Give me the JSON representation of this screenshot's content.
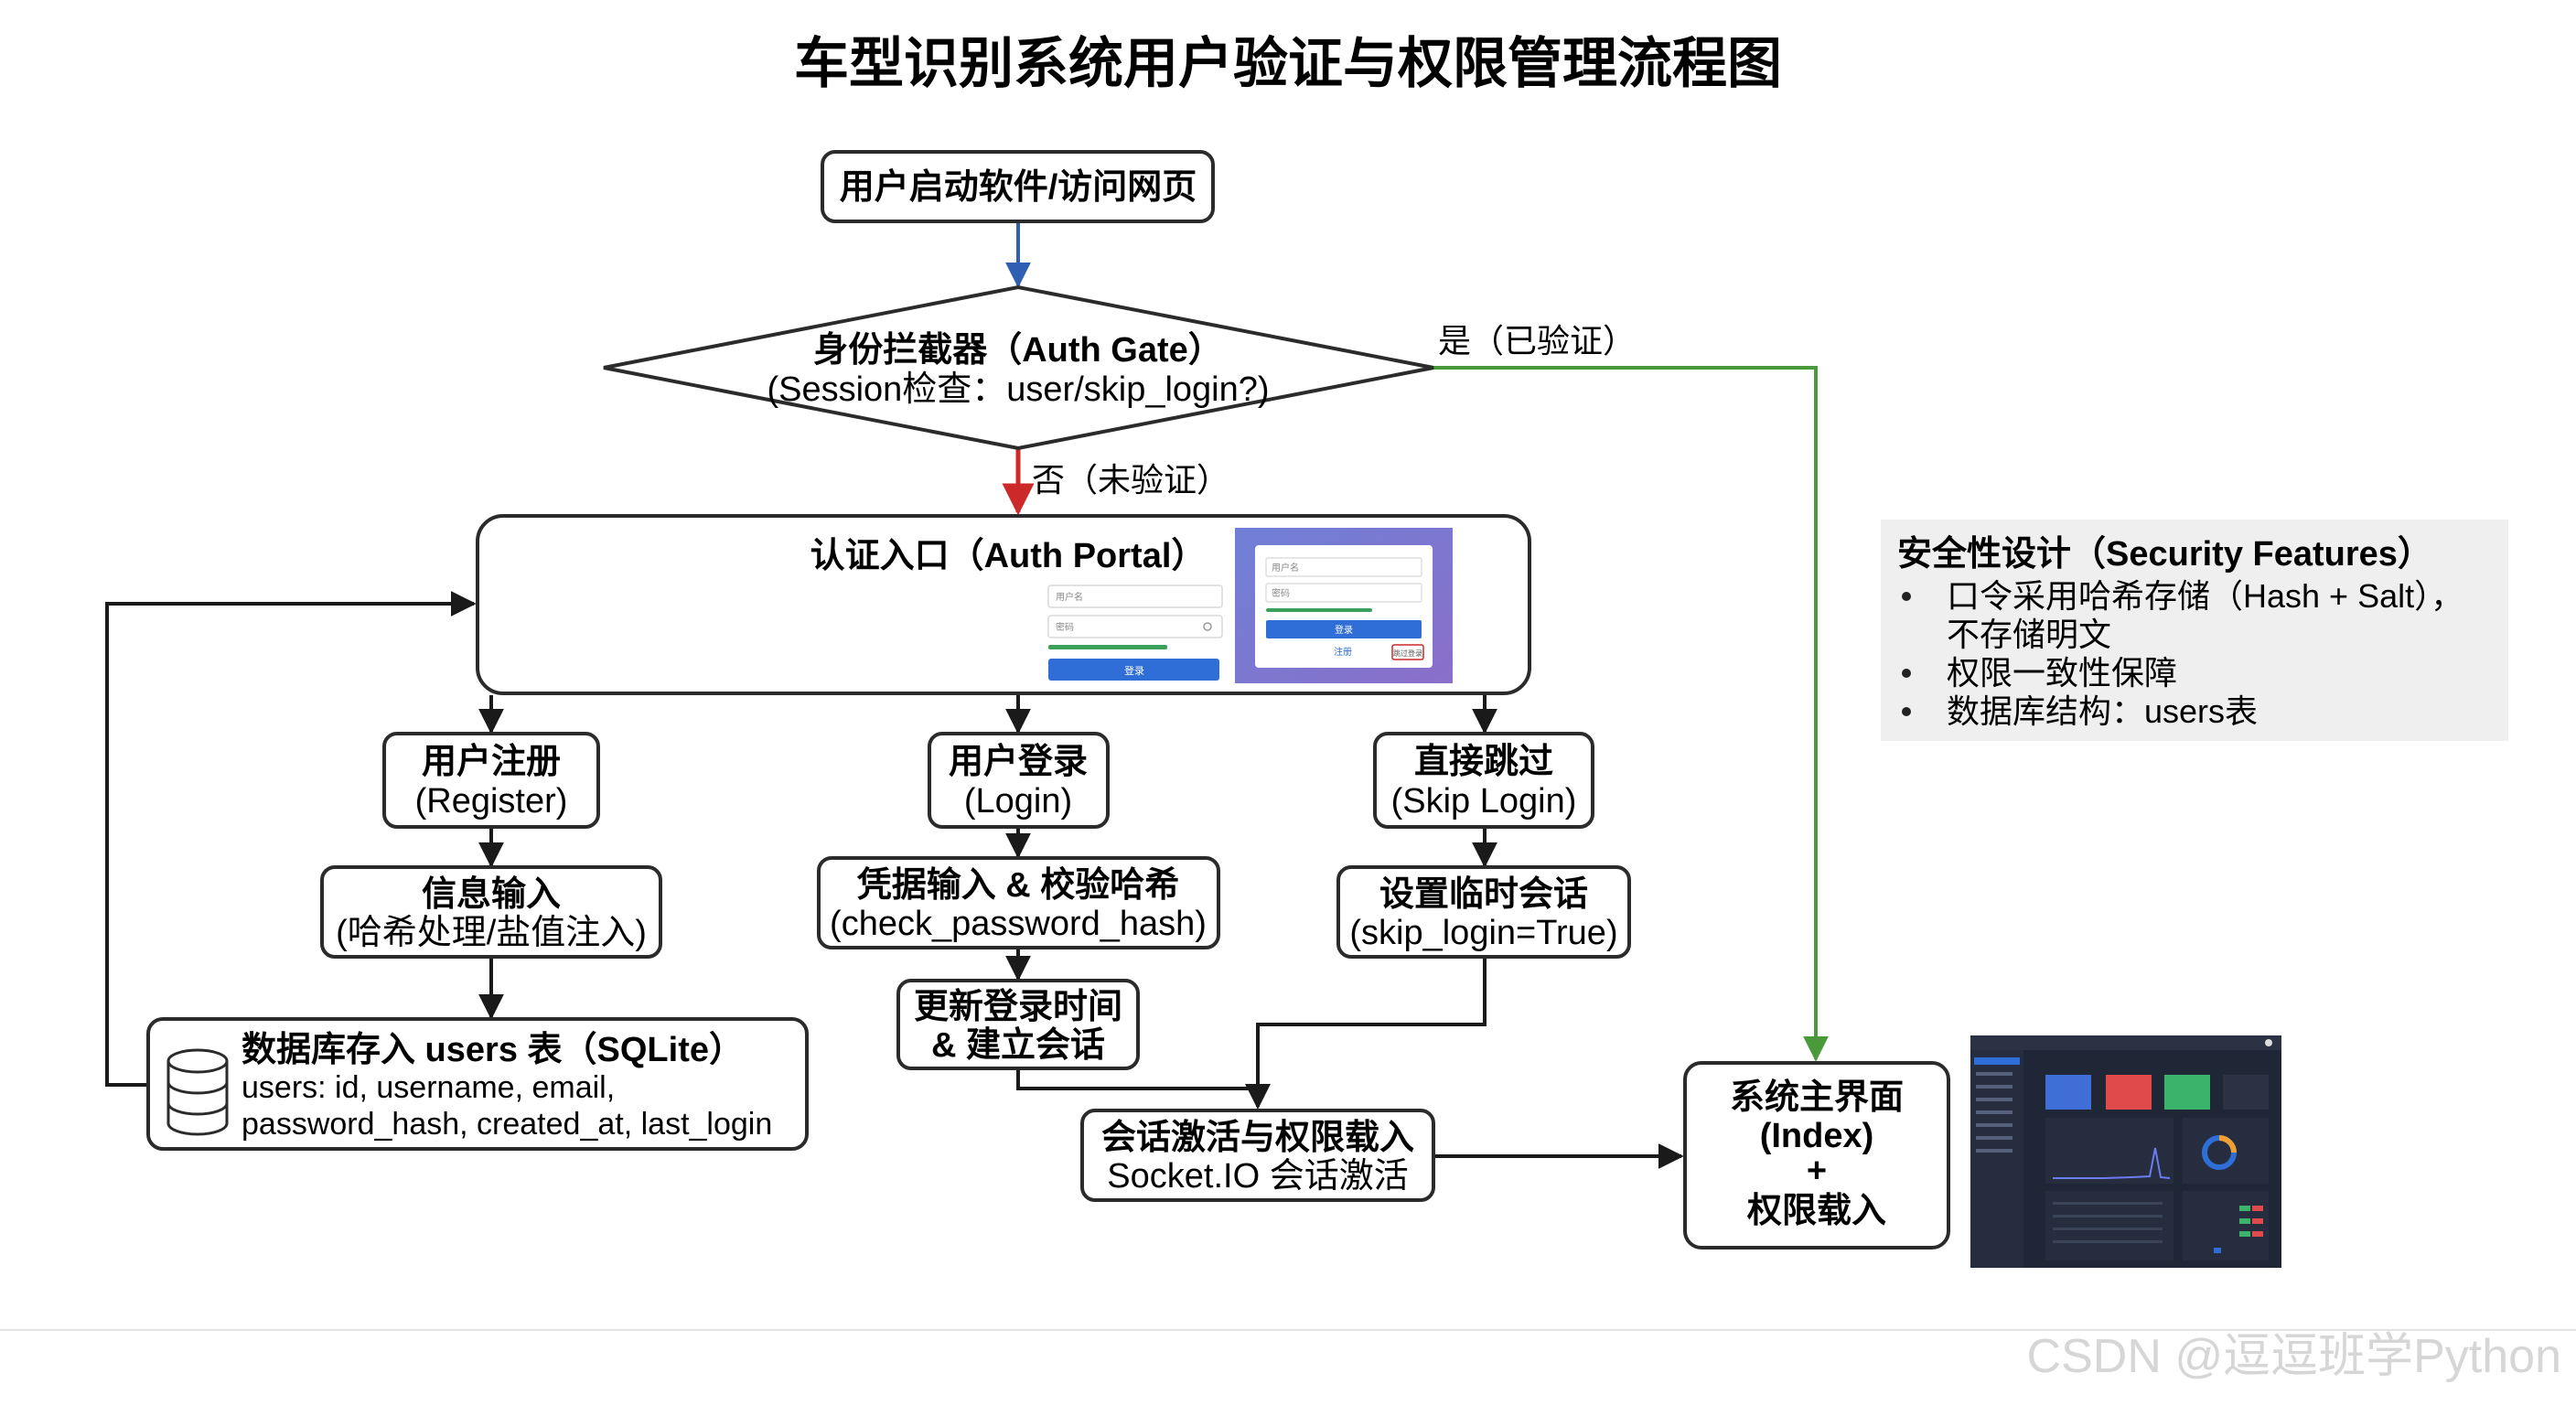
{
  "title": "车型识别系统用户验证与权限管理流程图",
  "nodes": {
    "start": "用户启动软件/访问网页",
    "gate_title": "身份拦截器（Auth Gate）",
    "gate_sub": "(Session检查：user/skip_login?)",
    "portal": "认证入口（Auth Portal）",
    "register_title": "用户注册",
    "register_sub": "(Register)",
    "login_title": "用户登录",
    "login_sub": "(Login)",
    "skip_title": "直接跳过",
    "skip_sub": "(Skip Login)",
    "info_title": "信息输入",
    "info_sub": "(哈希处理/盐值注入)",
    "cred_title": "凭据输入 & 校验哈希",
    "cred_sub": "(check_password_hash)",
    "temp_title": "设置临时会话",
    "temp_sub": "(skip_login=True)",
    "db_title": "数据库存入 users 表（SQLite）",
    "db_line1": "users: id, username, email,",
    "db_line2": "password_hash, created_at, last_login",
    "update_line1": "更新登录时间",
    "update_line2": "& 建立会话",
    "session_line1": "会话激活与权限载入",
    "session_line2": "Socket.IO 会话激活",
    "index_line1": "系统主界面",
    "index_line2": "(Index)",
    "index_line3": "+",
    "index_line4": "权限载入"
  },
  "edges": {
    "yes": "是（已验证）",
    "no": "否（未验证）"
  },
  "mock_login": {
    "username": "用户名",
    "password": "密码",
    "login_btn": "登录",
    "register_link": "注册",
    "skip_link": "跳过登录"
  },
  "security": {
    "title": "安全性设计（Security Features）",
    "items": [
      "口令采用哈希存储（Hash + Salt），",
      "不存储明文",
      "权限一致性保障",
      "数据库结构：users表"
    ]
  },
  "watermark": "CSDN @逗逗班学Python",
  "colors": {
    "blue_arrow": "#2f5fb3",
    "red_arrow": "#cc2a2a",
    "green_arrow": "#4a9a3c",
    "node_border": "#2b2b2b",
    "dashboard_bg": "#1f2636"
  }
}
